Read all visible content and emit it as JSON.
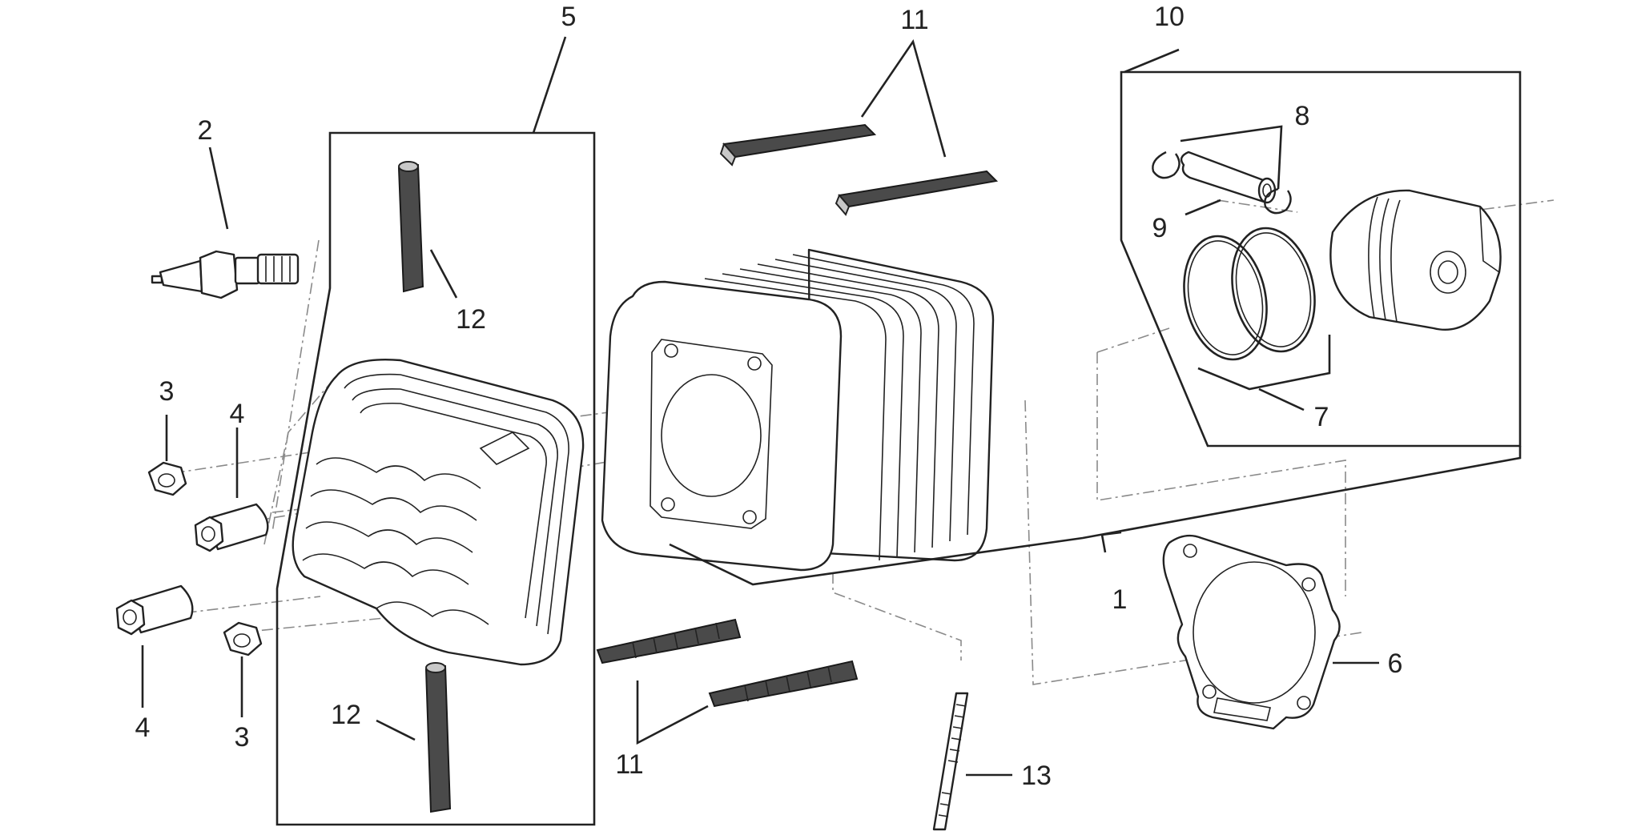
{
  "callouts": {
    "c1": "1",
    "c2": "2",
    "c3a": "3",
    "c3b": "3",
    "c4a": "4",
    "c4b": "4",
    "c5": "5",
    "c6": "6",
    "c7": "7",
    "c8": "8",
    "c9": "9",
    "c10": "10",
    "c11a": "11",
    "c11b": "11",
    "c12a": "12",
    "c12b": "12",
    "c13": "13"
  }
}
